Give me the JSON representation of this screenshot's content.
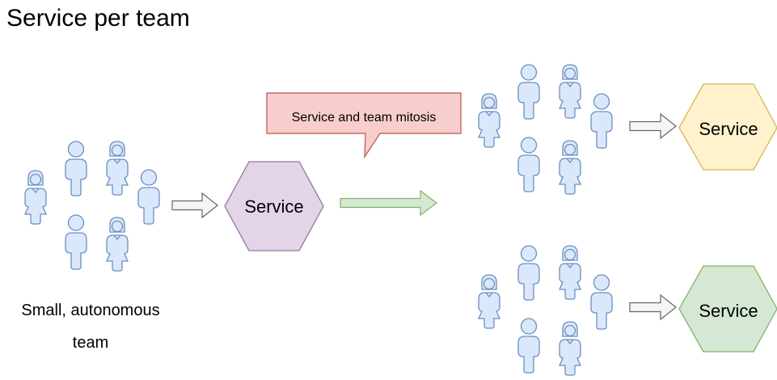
{
  "title": "Service per team",
  "callout": {
    "text": "Service and team mitosis"
  },
  "team_label": {
    "line1": "Small, autonomous",
    "line2": "team"
  },
  "services": {
    "original": {
      "label": "Service",
      "color": "#e1d5e7",
      "stroke": "#9673a6"
    },
    "top_split": {
      "label": "Service",
      "color": "#fff2cc",
      "stroke": "#d6b656"
    },
    "bottom_split": {
      "label": "Service",
      "color": "#d5e8d4",
      "stroke": "#82b366"
    }
  },
  "colors": {
    "person_fill": "#dae8fc",
    "person_stroke": "#6c8ebf",
    "arrow_gray_fill": "#f5f5f5",
    "arrow_gray_stroke": "#666666",
    "arrow_green_fill": "#d5e8d4",
    "arrow_green_stroke": "#82b366",
    "callout_fill": "#f8cecc",
    "callout_stroke": "#b85450"
  }
}
